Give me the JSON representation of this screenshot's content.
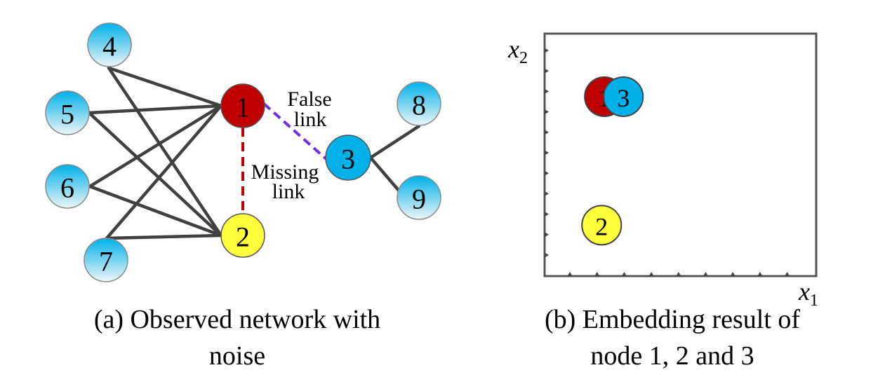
{
  "colors": {
    "node_red": "#C00000",
    "node_yellow": "#FFFF3C",
    "node_blue_solid": "#00B0E8",
    "node_blue_gradient_top": "#00B0E8",
    "node_blue_gradient_bottom": "#EEF6F8",
    "edge": "#404040",
    "false_link": "#7030E0",
    "missing_link": "#C00000",
    "axis": "#555555"
  },
  "network": {
    "nodes": [
      {
        "id": "1",
        "label": "1",
        "style": "red"
      },
      {
        "id": "2",
        "label": "2",
        "style": "yellow"
      },
      {
        "id": "3",
        "label": "3",
        "style": "blue_solid"
      },
      {
        "id": "4",
        "label": "4",
        "style": "blue_gradient"
      },
      {
        "id": "5",
        "label": "5",
        "style": "blue_gradient"
      },
      {
        "id": "6",
        "label": "6",
        "style": "blue_gradient"
      },
      {
        "id": "7",
        "label": "7",
        "style": "blue_gradient"
      },
      {
        "id": "8",
        "label": "8",
        "style": "blue_gradient"
      },
      {
        "id": "9",
        "label": "9",
        "style": "blue_gradient"
      }
    ],
    "edges": [
      {
        "source": "4",
        "target": "1",
        "type": "observed"
      },
      {
        "source": "4",
        "target": "2",
        "type": "observed"
      },
      {
        "source": "5",
        "target": "1",
        "type": "observed"
      },
      {
        "source": "5",
        "target": "2",
        "type": "observed"
      },
      {
        "source": "6",
        "target": "1",
        "type": "observed"
      },
      {
        "source": "6",
        "target": "2",
        "type": "observed"
      },
      {
        "source": "7",
        "target": "1",
        "type": "observed"
      },
      {
        "source": "7",
        "target": "2",
        "type": "observed"
      },
      {
        "source": "3",
        "target": "8",
        "type": "observed"
      },
      {
        "source": "3",
        "target": "9",
        "type": "observed"
      },
      {
        "source": "1",
        "target": "3",
        "type": "false"
      },
      {
        "source": "1",
        "target": "2",
        "type": "missing"
      }
    ],
    "annotations": {
      "false_link": [
        "False",
        "link"
      ],
      "missing_link": [
        "Missing",
        "link"
      ]
    },
    "caption": [
      "(a) Observed network with",
      "noise"
    ]
  },
  "embedding": {
    "x_axis_label": "x",
    "x_axis_sub": "1",
    "y_axis_label": "x",
    "y_axis_sub": "2",
    "x_ticks": 9,
    "y_ticks": 11,
    "points": [
      {
        "id": "1",
        "label": "1",
        "style": "red",
        "x": 0.22,
        "y": 0.74
      },
      {
        "id": "3",
        "label": "3",
        "style": "blue_solid",
        "x": 0.29,
        "y": 0.74
      },
      {
        "id": "2",
        "label": "2",
        "style": "yellow",
        "x": 0.21,
        "y": 0.21
      }
    ],
    "caption": [
      "(b) Embedding result of",
      "node 1, 2 and 3"
    ]
  }
}
